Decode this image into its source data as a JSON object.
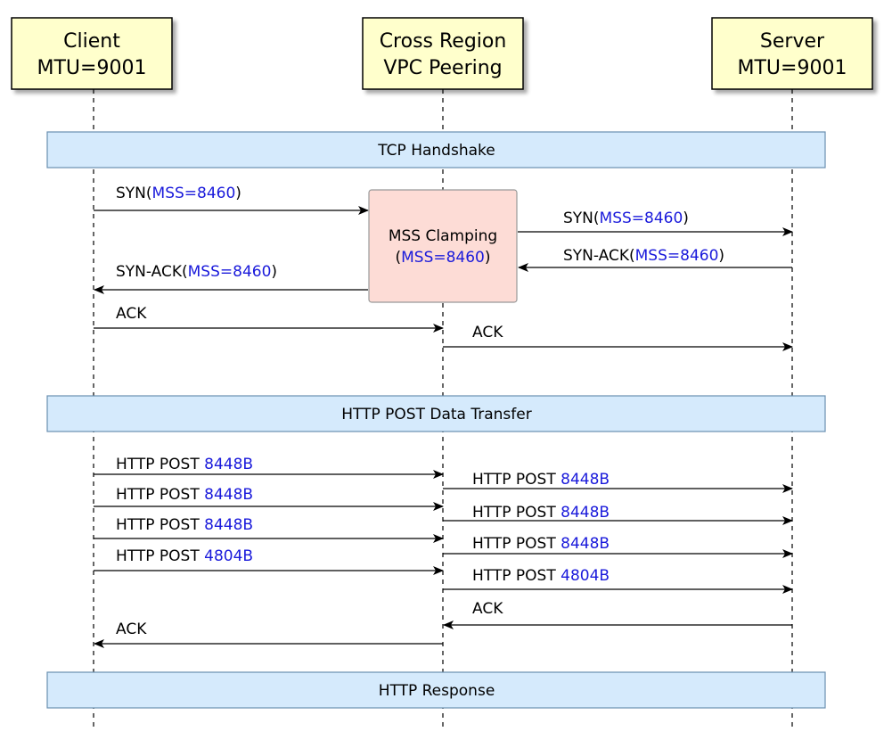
{
  "colors": {
    "participant_fill": "#ffffcc",
    "section_fill": "#d5eafc",
    "section_stroke": "#6a8fb0",
    "note_fill": "#fddcd6",
    "note_stroke": "#999999",
    "highlight": "#1a1adb",
    "line": "#000000"
  },
  "participants": [
    {
      "id": "client",
      "name": "Client",
      "detail": "MTU=9001"
    },
    {
      "id": "vpc",
      "name": "Cross Region",
      "detail": "VPC Peering"
    },
    {
      "id": "server",
      "name": "Server",
      "detail": "MTU=9001"
    }
  ],
  "sections": {
    "handshake": "TCP Handshake",
    "transfer": "HTTP POST Data Transfer",
    "response": "HTTP Response"
  },
  "note": {
    "line1": "MSS Clamping",
    "open": "(",
    "value": "MSS=8460",
    "close": ")"
  },
  "messages": {
    "syn_client_prefix": "SYN(",
    "syn_client_value": "MSS=8460",
    "syn_client_suffix": ")",
    "syn_server_prefix": "SYN(",
    "syn_server_value": "MSS=8460",
    "syn_server_suffix": ")",
    "synack_server_prefix": "SYN-ACK(",
    "synack_server_value": "MSS=8460",
    "synack_server_suffix": ")",
    "synack_client_prefix": "SYN-ACK(",
    "synack_client_value": "MSS=8460",
    "synack_client_suffix": ")",
    "ack_client": "ACK",
    "ack_vpc": "ACK",
    "post_prefix": "HTTP POST",
    "post_c1": "8448B",
    "post_c2": "8448B",
    "post_c3": "8448B",
    "post_c4": "4804B",
    "post_v1": "8448B",
    "post_v2": "8448B",
    "post_v3": "8448B",
    "post_v4": "4804B",
    "ack_server": "ACK",
    "ack_back": "ACK"
  }
}
